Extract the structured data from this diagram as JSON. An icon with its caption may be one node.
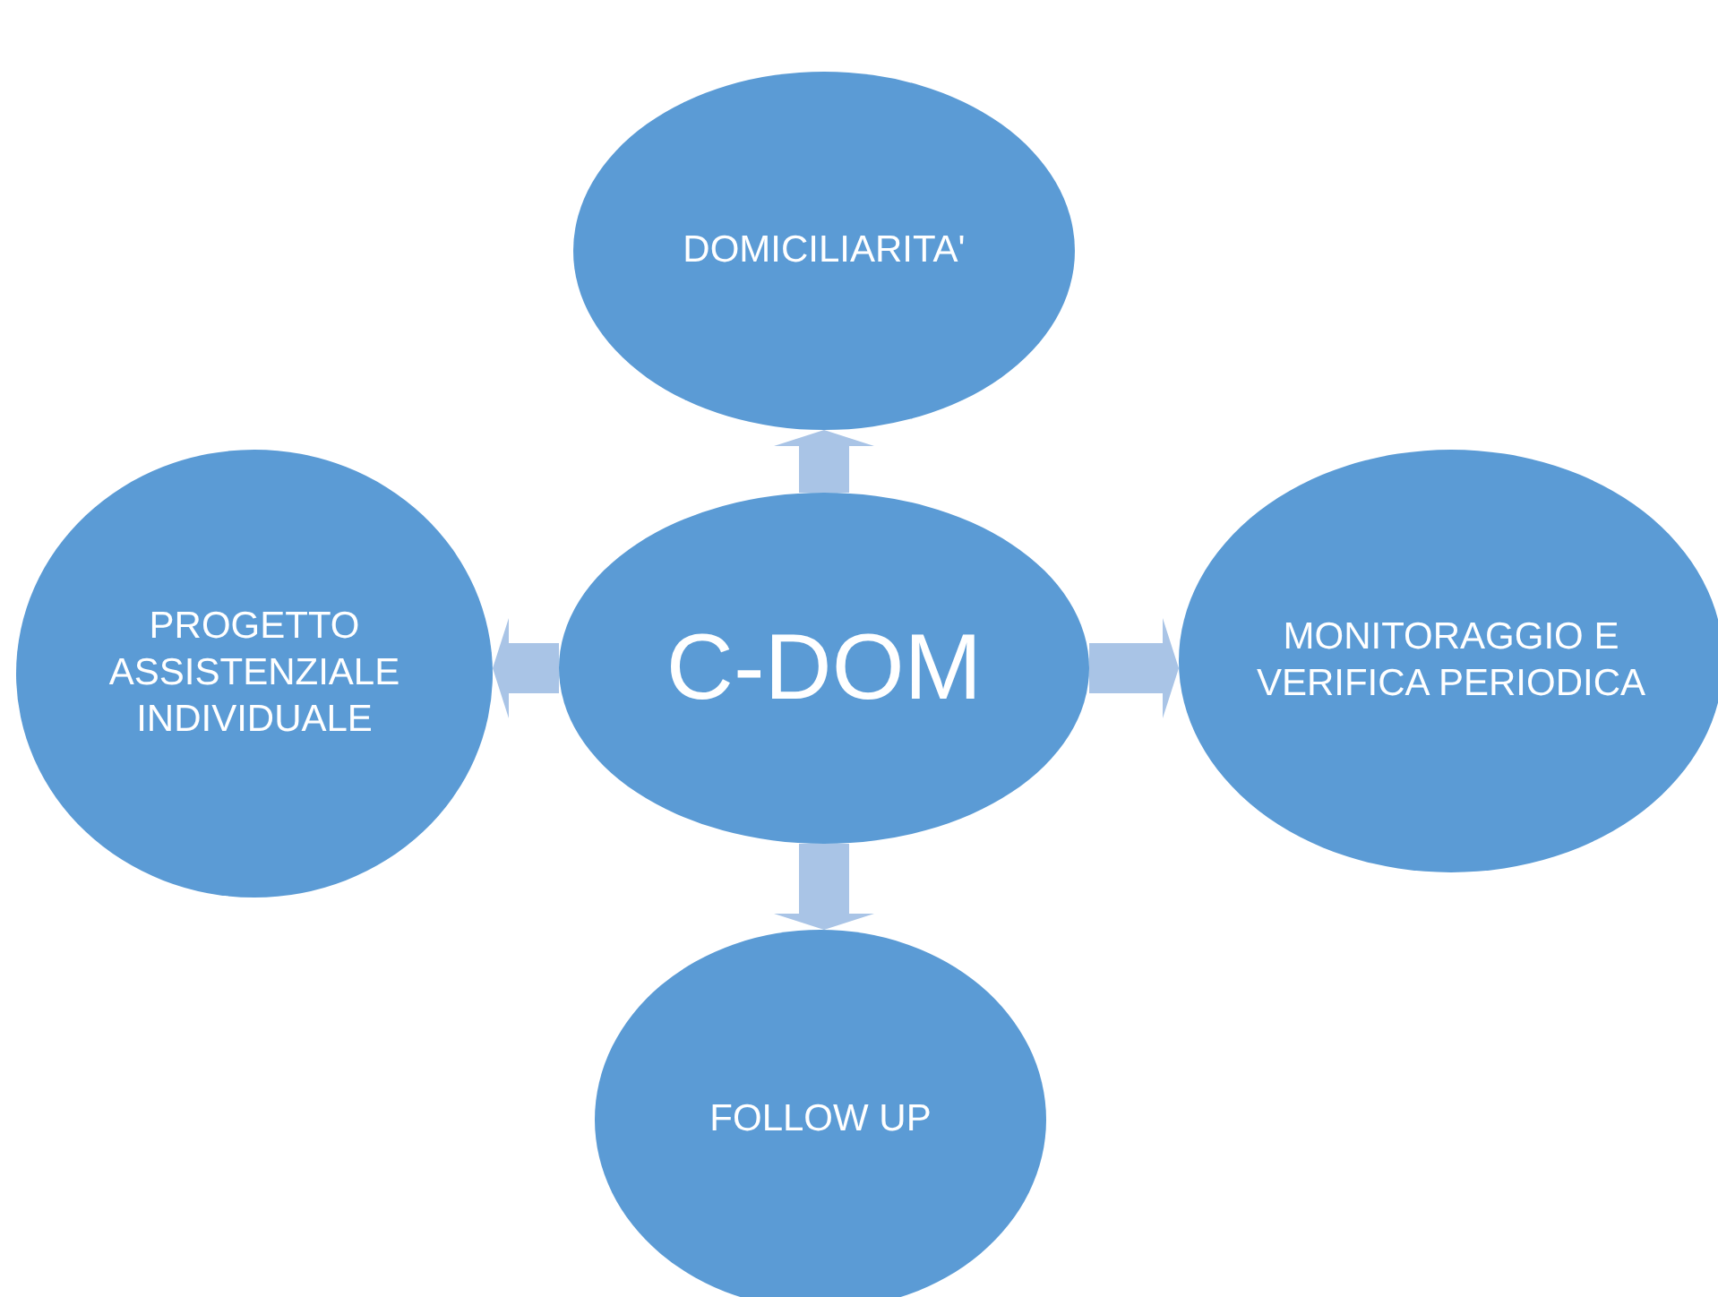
{
  "diagram": {
    "nodes": [
      {
        "text": [
          "DOMICILIARITA'"
        ]
      },
      {
        "text": [
          "PROGETTO ASSISTENZIALE INDIVIDUALE"
        ]
      },
      {
        "text": [
          "C-DOM"
        ]
      },
      {
        "text": [
          "MONITORAGGIO E VERIFICA PERIODICA"
        ]
      },
      {
        "text": [
          "FOLLOW UP"
        ]
      }
    ],
    "edges": [
      {
        "from": 2,
        "to": 0,
        "arrow": "to"
      },
      {
        "from": 2,
        "to": 1,
        "arrow": "to"
      },
      {
        "from": 2,
        "to": 3,
        "arrow": "to"
      },
      {
        "from": 2,
        "to": 4,
        "arrow": "to"
      }
    ]
  }
}
